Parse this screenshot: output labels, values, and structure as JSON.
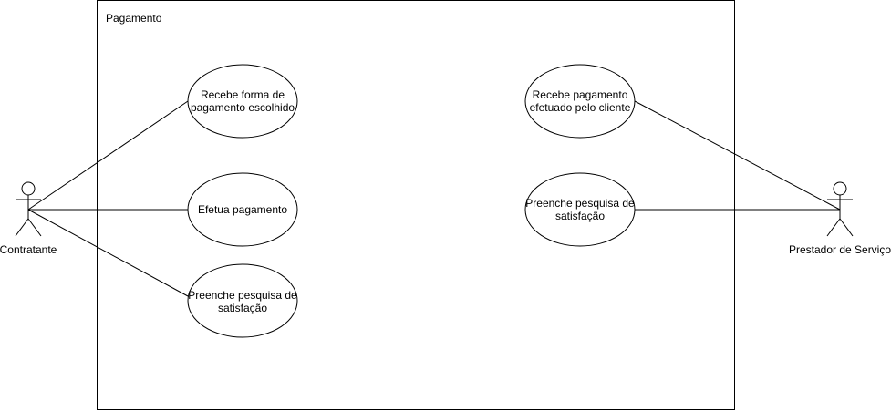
{
  "system": {
    "title": "Pagamento"
  },
  "actors": {
    "left": {
      "name": "Contratante"
    },
    "right": {
      "name": "Prestador de Serviço"
    }
  },
  "use_cases": {
    "uc1": {
      "line1": "Recebe forma de",
      "line2": "pagamento escolhido"
    },
    "uc2": {
      "line1": "Efetua pagamento"
    },
    "uc3": {
      "line1": "Preenche pesquisa de",
      "line2": "satisfação"
    },
    "uc4": {
      "line1": "Recebe pagamento",
      "line2": "efetuado pelo cliente"
    },
    "uc5": {
      "line1": "Preenche pesquisa de",
      "line2": "satisfação"
    }
  }
}
